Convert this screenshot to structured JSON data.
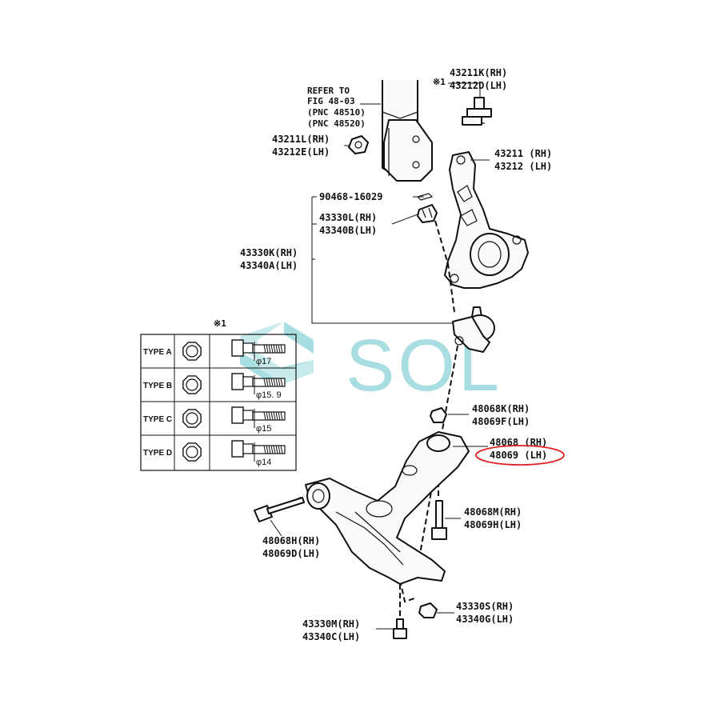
{
  "refer_note": {
    "line1": "REFER TO",
    "line2": "FIG 48-03",
    "line3": "(PNC 48510)",
    "line4": "(PNC 48520)"
  },
  "note_marker_top": "※1",
  "note_marker_table": "※1",
  "callouts": {
    "bolt_top": {
      "rh": "43211K(RH)",
      "lh": "43212D(LH)"
    },
    "nut_strut": {
      "rh": "43211L(RH)",
      "lh": "43212E(LH)"
    },
    "knuckle": {
      "rh": "43211 (RH)",
      "lh": "43212 (LH)"
    },
    "cotter_pin": {
      "code": "90468-16029"
    },
    "castle_nut": {
      "rh": "43330L(RH)",
      "lh": "43340B(LH)"
    },
    "ball_joint": {
      "rh": "43330K(RH)",
      "lh": "43340A(LH)"
    },
    "arm_nut": {
      "rh": "48068K(RH)",
      "lh": "48069F(LH)"
    },
    "lower_arm": {
      "rh": "48068 (RH)",
      "lh": "48069 (LH)"
    },
    "arm_bolt_rear": {
      "rh": "48068M(RH)",
      "lh": "48069H(LH)"
    },
    "arm_bolt_front": {
      "rh": "48068H(RH)",
      "lh": "48069D(LH)"
    },
    "nut_bottom": {
      "rh": "43330S(RH)",
      "lh": "43340G(LH)"
    },
    "bolt_bottom": {
      "rh": "43330M(RH)",
      "lh": "43340C(LH)"
    }
  },
  "type_table": {
    "rows": [
      {
        "type": "TYPE A",
        "diameter": "φ17"
      },
      {
        "type": "TYPE B",
        "diameter": "φ15. 9"
      },
      {
        "type": "TYPE C",
        "diameter": "φ15"
      },
      {
        "type": "TYPE D",
        "diameter": "φ14"
      }
    ]
  },
  "watermark": {
    "text": "SOL"
  },
  "highlight": {
    "target": "lower_arm.lh",
    "color": "#e02020"
  },
  "colors": {
    "watermark": "#8cd3d8",
    "line": "#111111"
  }
}
